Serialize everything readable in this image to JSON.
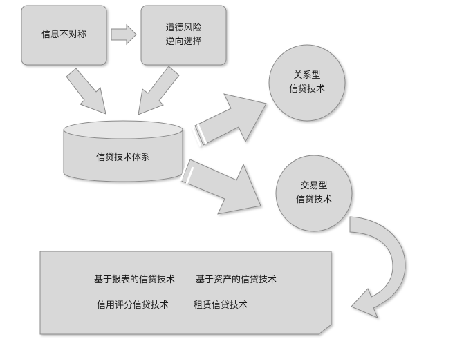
{
  "colors": {
    "fill": "#d8d8d8",
    "stroke": "#8a8a8a",
    "text": "#1a1a1a",
    "background": "#ffffff"
  },
  "nodes": {
    "info_asymmetry": {
      "lines": [
        "信息不对称"
      ]
    },
    "moral_hazard": {
      "lines": [
        "道德风险",
        "逆向选择"
      ]
    },
    "credit_system": {
      "lines": [
        "信贷技术体系"
      ]
    },
    "relationship": {
      "lines": [
        "关系型",
        "信贷技术"
      ]
    },
    "transaction": {
      "lines": [
        "交易型",
        "信贷技术"
      ]
    }
  },
  "techniques": {
    "financial_statement": "基于报表的信贷技术",
    "asset_based": "基于资产的信贷技术",
    "credit_scoring": "信用评分信贷技术",
    "leasing": "租赁信贷技术"
  }
}
